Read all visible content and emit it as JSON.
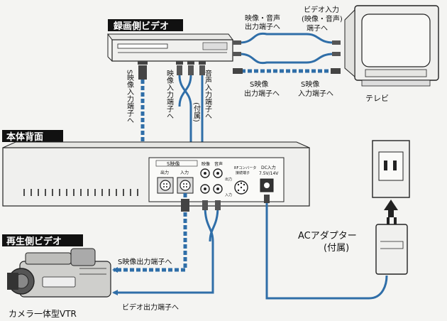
{
  "sections": {
    "recording_vcr": "録画側ビデオ",
    "unit_rear": "本体背面",
    "playback_vcr": "再生側ビデオ"
  },
  "labels": {
    "video_audio_out": [
      "映像・音声",
      "出力端子へ"
    ],
    "video_in_tv": [
      "ビデオ入力",
      "(映像・音声)",
      "端子へ"
    ],
    "s_video_out_rec": [
      "S映像",
      "出力端子へ"
    ],
    "s_video_in_tv": [
      "S映像",
      "入力端子へ"
    ],
    "tv": "テレビ",
    "s_video_in_vertical": "S映像入力端子へ",
    "video_in_vertical": "映像入力端子へ",
    "audio_in_vertical": "音声入力端子へ",
    "included_vertical": "(付属)",
    "s_video_panel": "S映像",
    "out_small": "出力",
    "in_small": "入力",
    "video_small": "映像",
    "audio_small": "音声",
    "rf_converter": [
      "RFコンバータ",
      "接続端子"
    ],
    "dc_in": [
      "DC入力",
      "7.5V/14V"
    ],
    "ac_adapter": [
      "ACアダプター",
      "(付属)"
    ],
    "s_video_out_play": "S映像出力端子へ",
    "video_out_play": "ビデオ出力端子へ",
    "camcorder": "カメラ一体型VTR"
  },
  "colors": {
    "cable": "#2f6ea8",
    "header_bg": "#111111",
    "device_fill": "#f0f0ee",
    "outline": "#222222"
  },
  "icons": [
    "vcr-icon",
    "tv-icon",
    "camcorder-icon",
    "wall-outlet-icon",
    "ac-adapter-icon",
    "arrow-up-icon"
  ]
}
